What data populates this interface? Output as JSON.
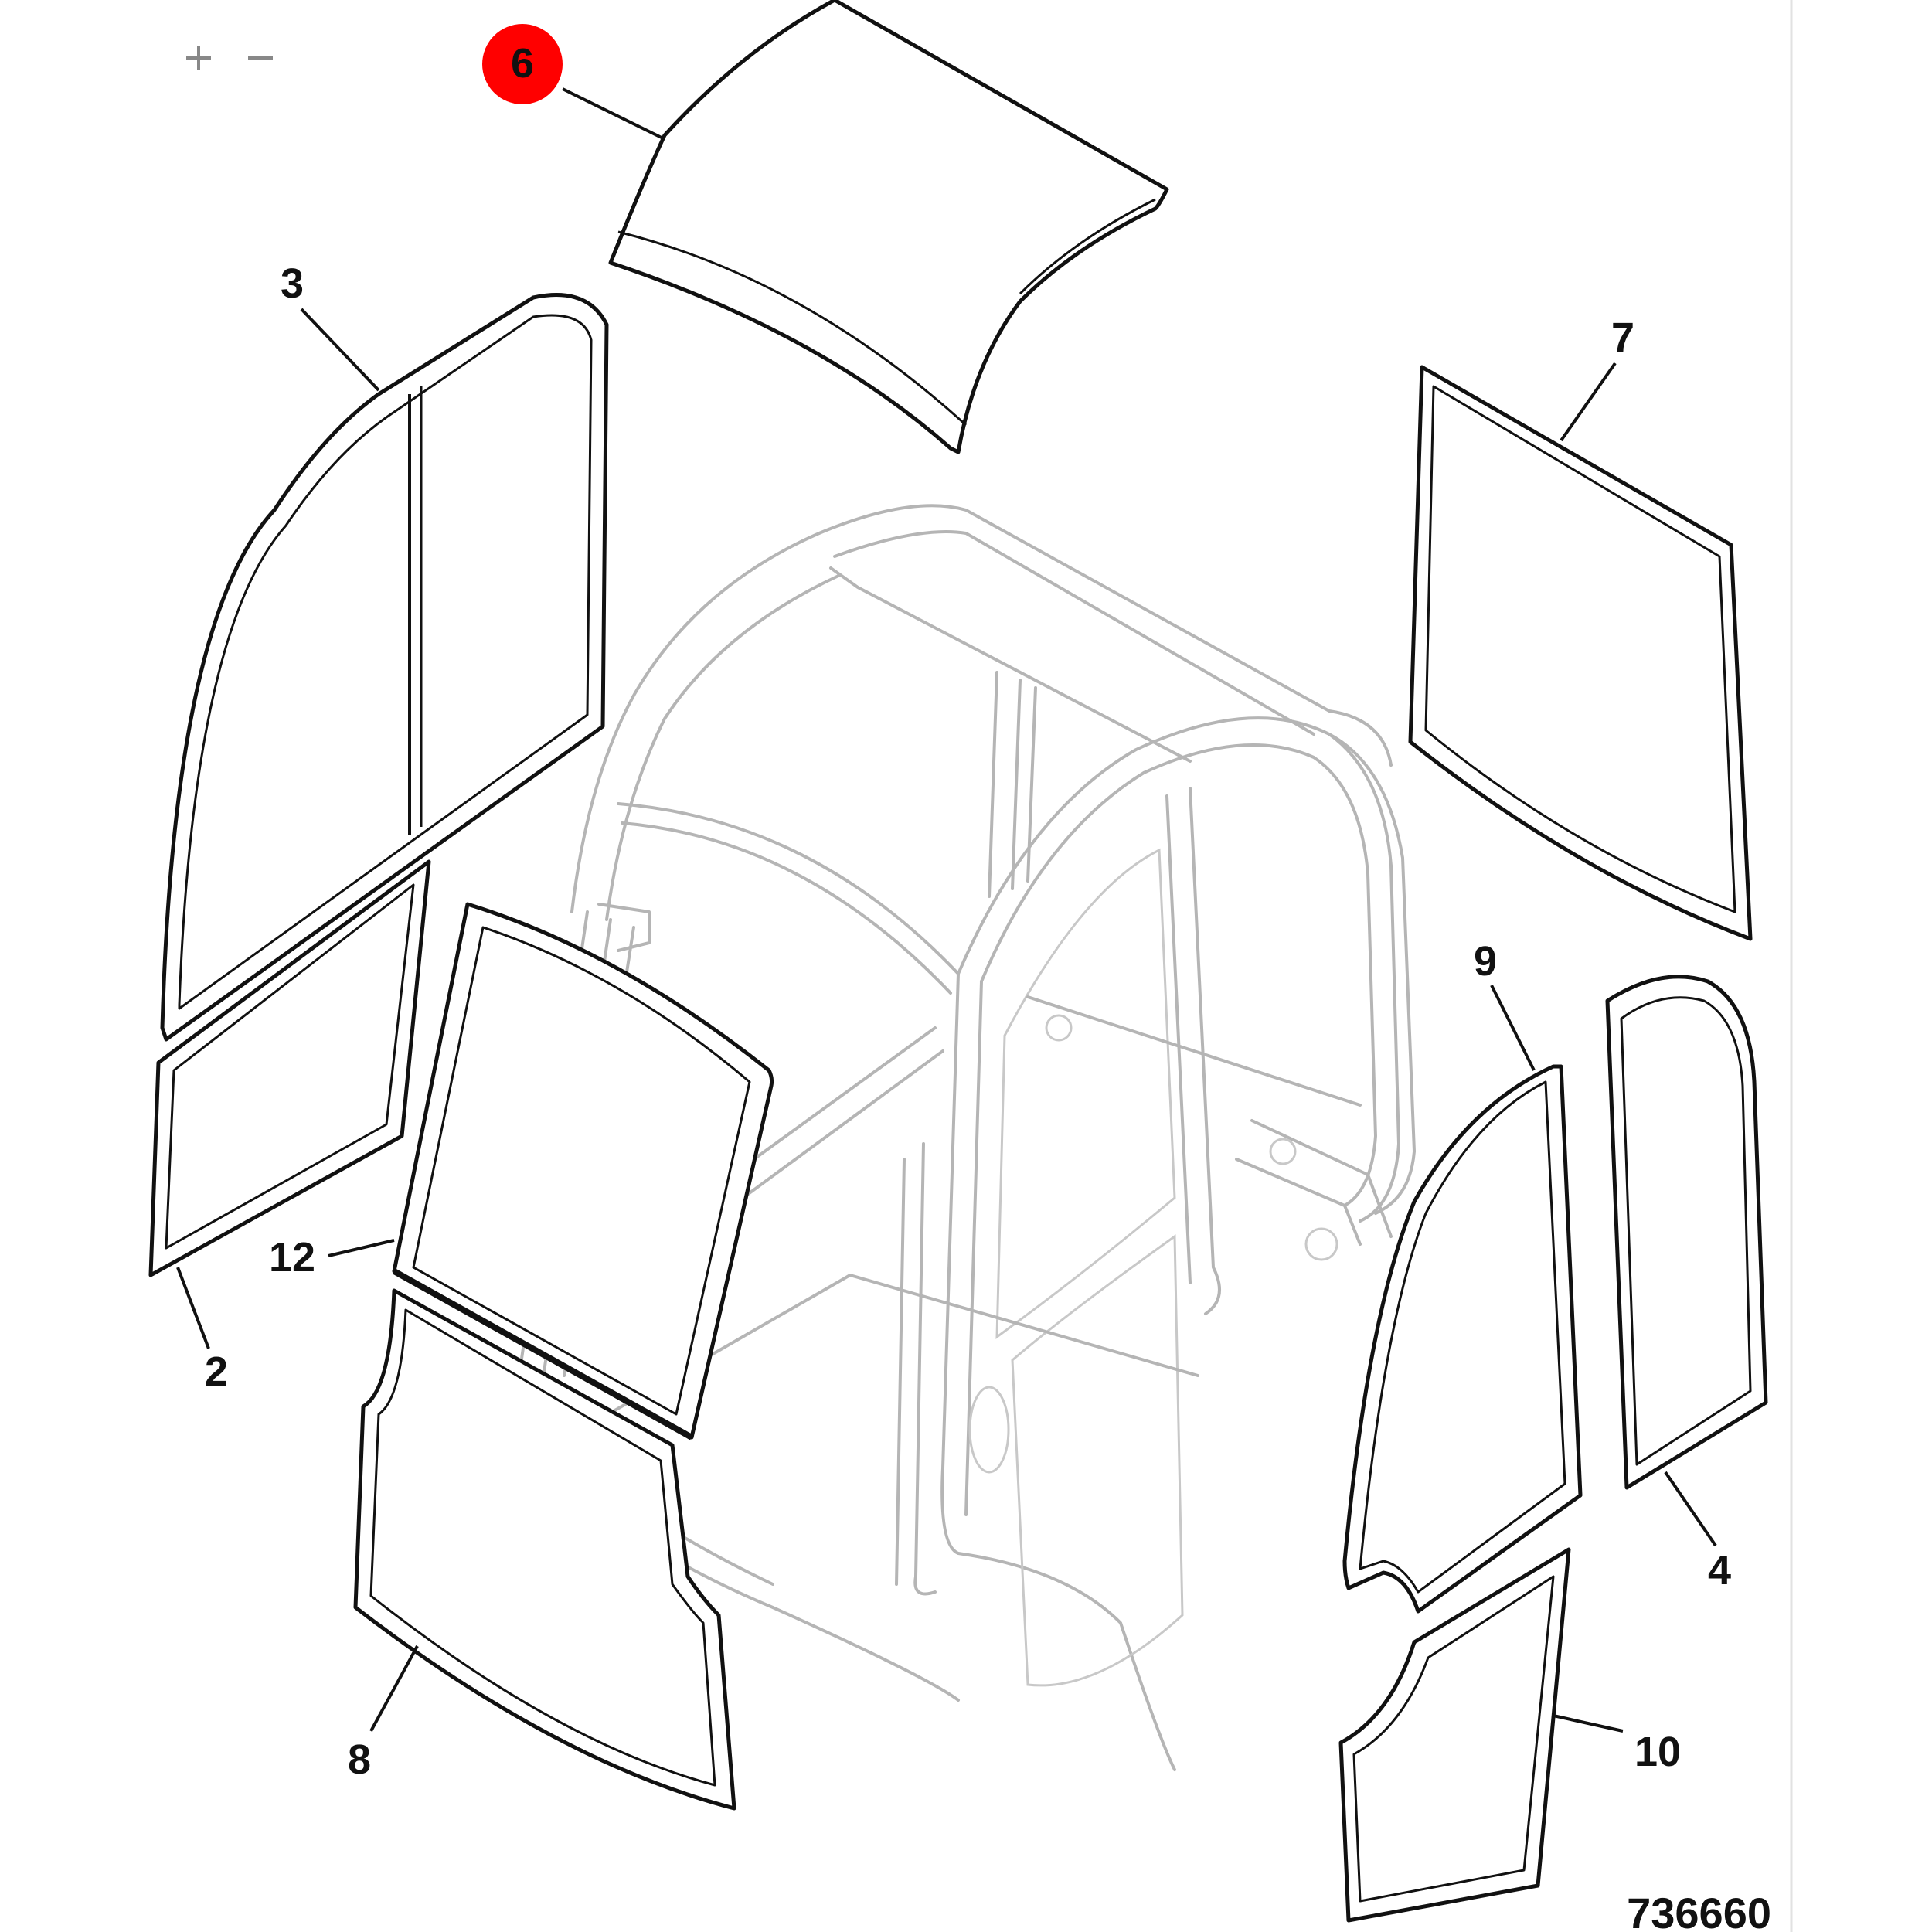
{
  "toolbar": {
    "zoom_in_icon": "plus-icon",
    "zoom_out_icon": "minus-icon"
  },
  "highlight_color": "#ff0000",
  "selected_callout": "6",
  "callouts": {
    "c2": "2",
    "c3": "3",
    "c4": "4",
    "c6": "6",
    "c7": "7",
    "c8": "8",
    "c9": "9",
    "c10": "10",
    "c12": "12"
  },
  "drawing_number": "736660"
}
